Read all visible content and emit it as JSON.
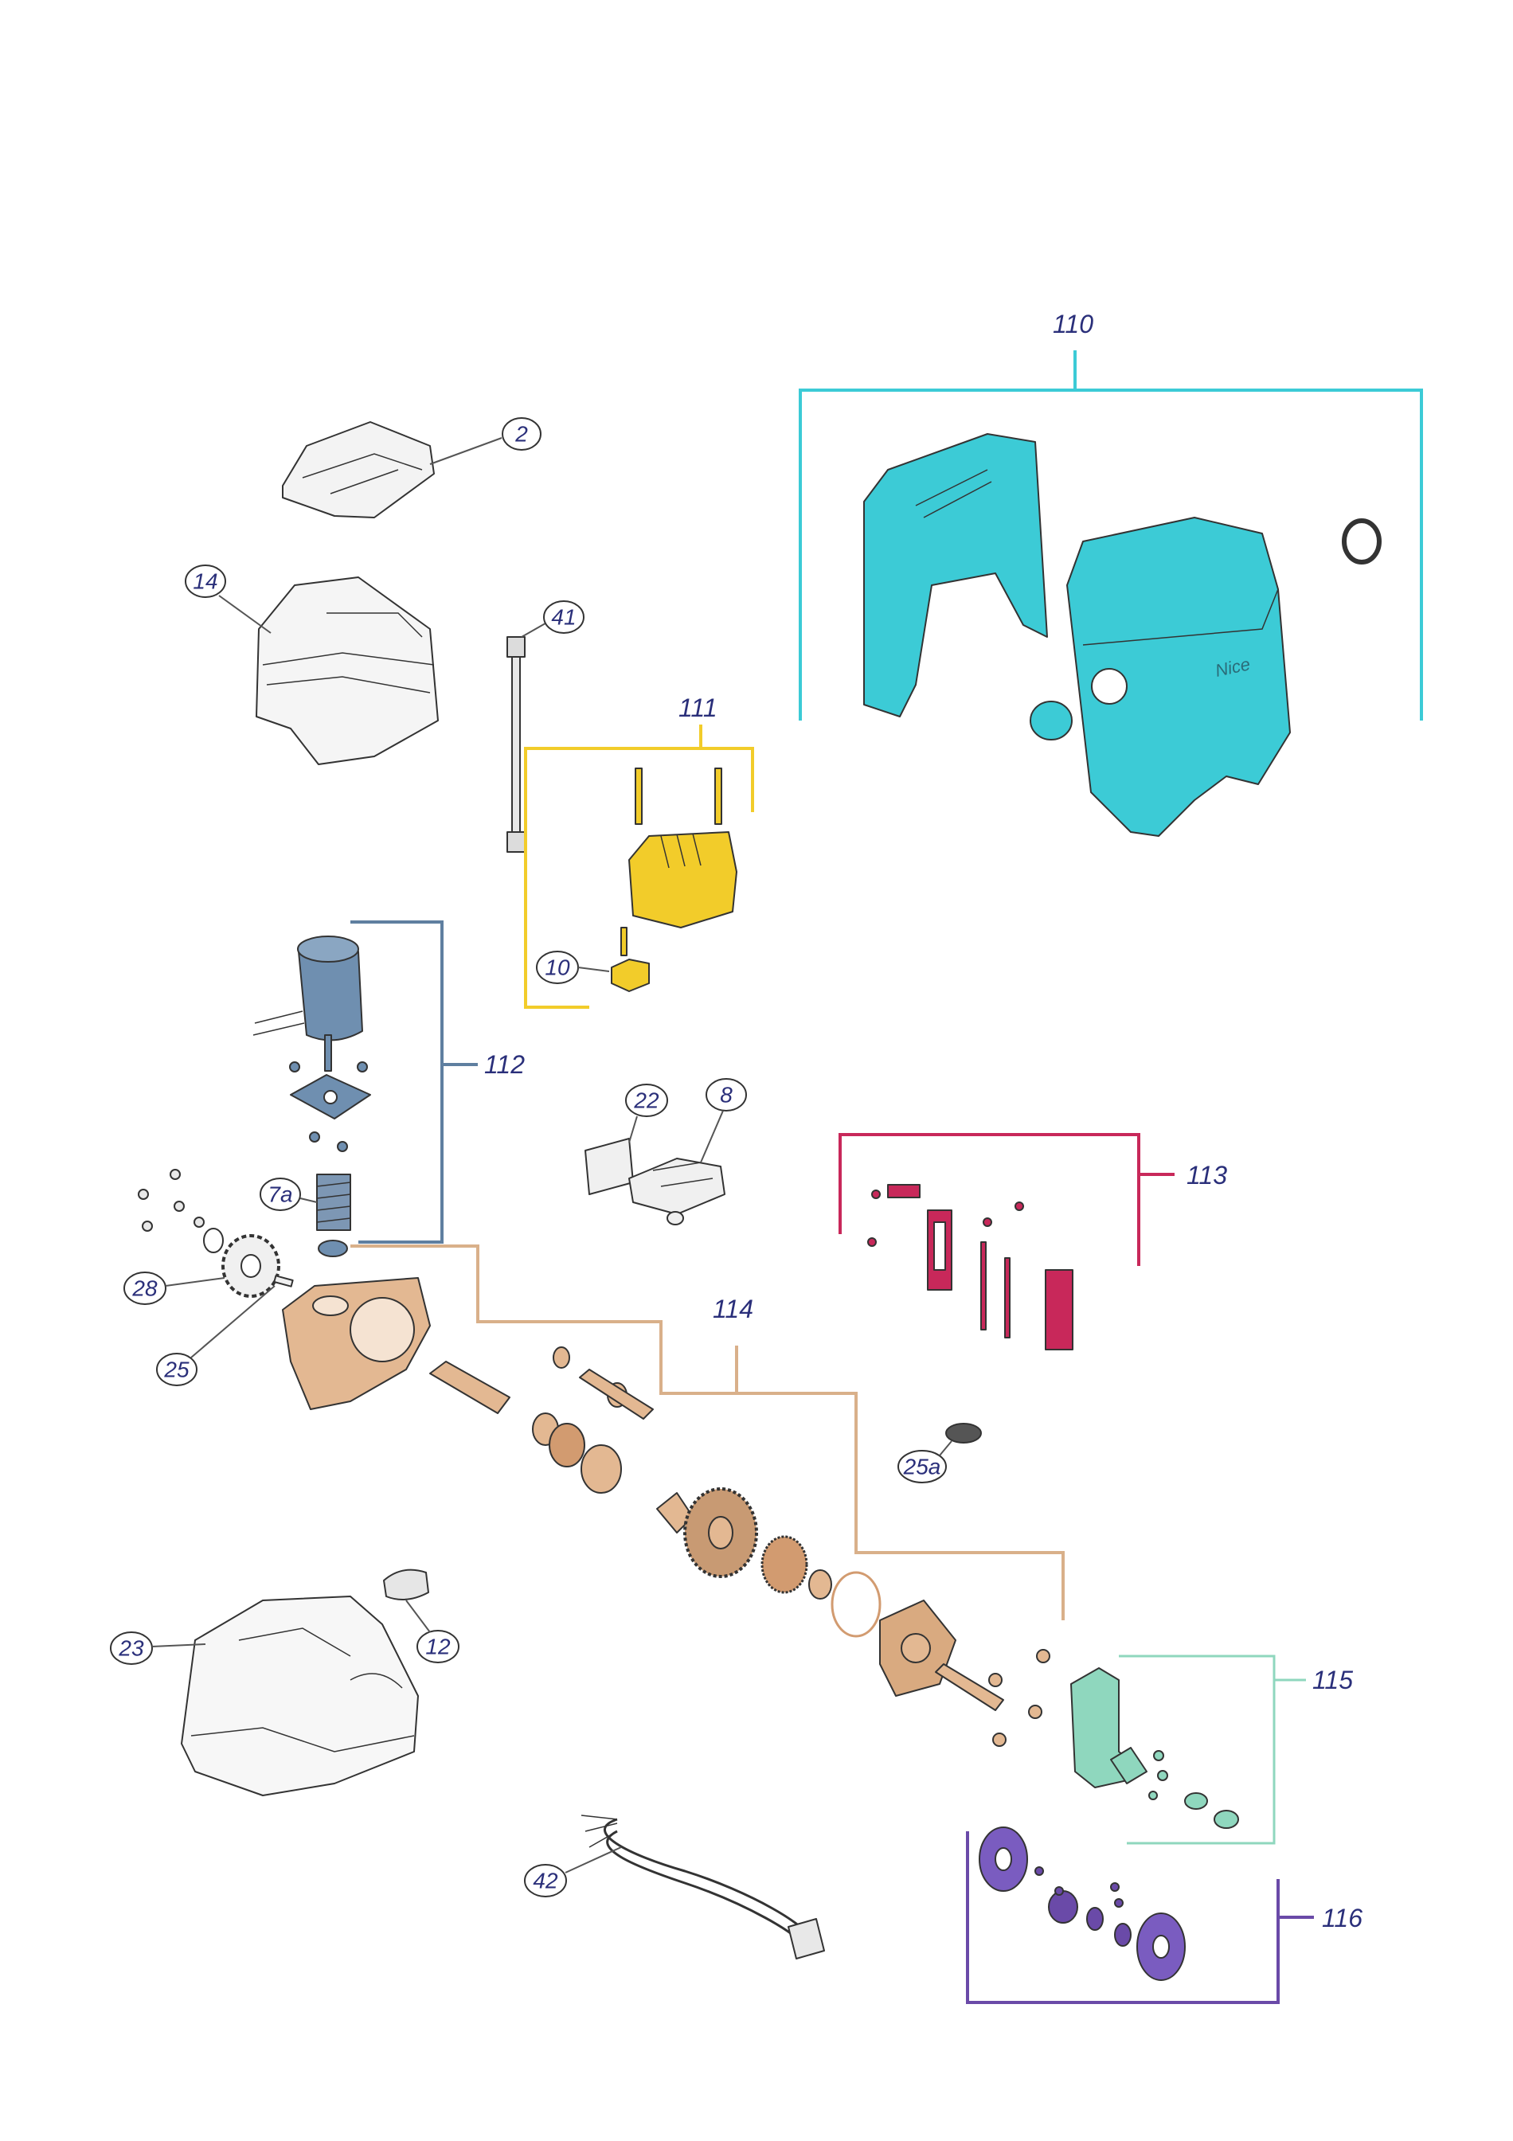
{
  "colors": {
    "group_110": "#3ccbd6",
    "group_111": "#f2cc2a",
    "group_112": "#5f7fa0",
    "group_113": "#c8285a",
    "group_114": "#d9b08a",
    "group_115": "#8fd7be",
    "group_116": "#6a4aa8",
    "label_text": "#2a2f7a"
  },
  "group_labels": {
    "g110": "110",
    "g111": "111",
    "g112": "112",
    "g113": "113",
    "g114": "114",
    "g115": "115",
    "g116": "116"
  },
  "part_labels": {
    "p2": "2",
    "p14": "14",
    "p41": "41",
    "p10": "10",
    "p7a": "7a",
    "p22": "22",
    "p8": "8",
    "p28": "28",
    "p25": "25",
    "p25a": "25a",
    "p23": "23",
    "p12": "12",
    "p42": "42"
  },
  "cover_logo": "Nice"
}
